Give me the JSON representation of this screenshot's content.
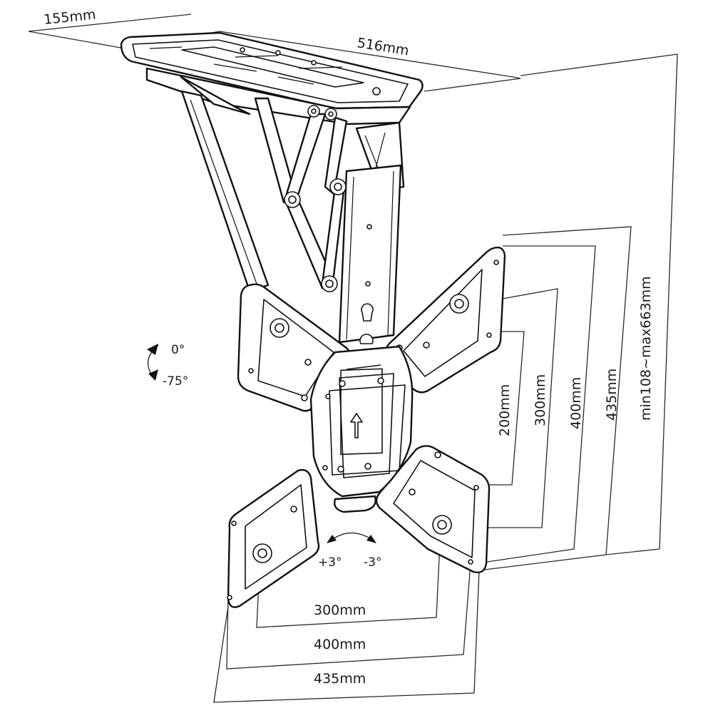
{
  "dimensions": {
    "ceiling_depth": "155mm",
    "ceiling_width": "516mm",
    "height_range": "min108~max663mm",
    "vesa_vertical": [
      "200mm",
      "300mm",
      "400mm",
      "435mm"
    ],
    "vesa_horizontal": [
      "300mm",
      "400mm",
      "435mm"
    ]
  },
  "tilt": {
    "top": "0°",
    "bottom": "-75°"
  },
  "swivel": {
    "left": "+3°",
    "right": "-3°"
  }
}
